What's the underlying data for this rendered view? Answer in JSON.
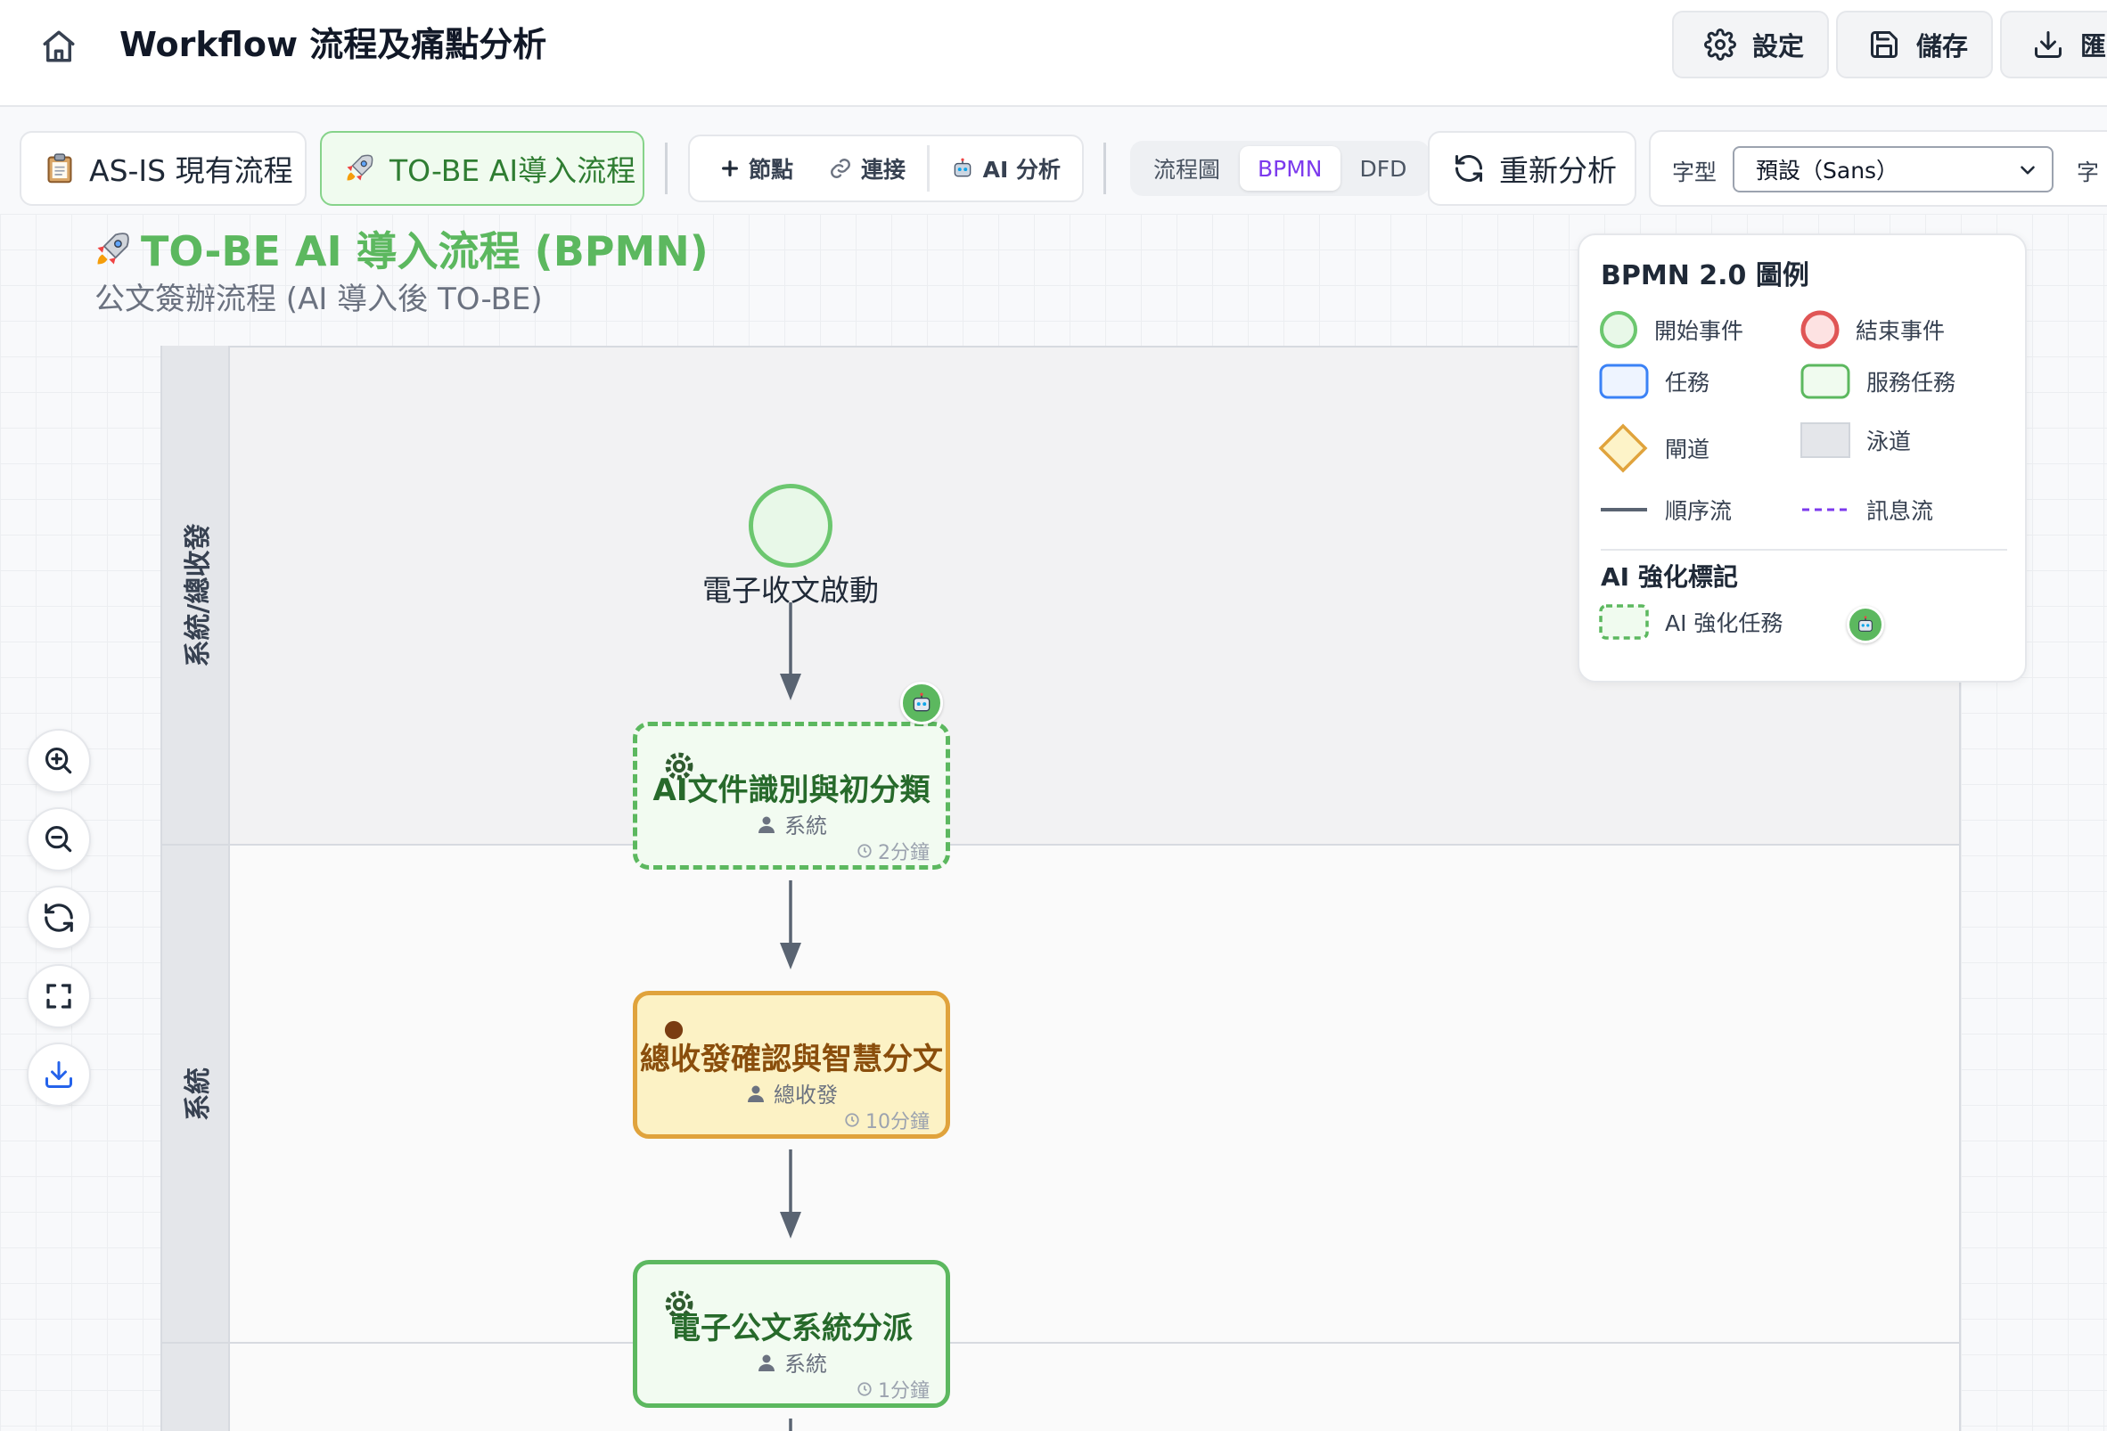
{
  "header": {
    "title": "Workflow 流程及痛點分析",
    "settings_label": "設定",
    "save_label": "儲存",
    "export_label": "匯出"
  },
  "toolbar": {
    "as_is_label": "AS-IS 現有流程",
    "to_be_label": "TO-BE AI導入流程",
    "add_node_label": "節點",
    "connect_label": "連接",
    "ai_analysis_label": "AI 分析",
    "views": [
      "流程圖",
      "BPMN",
      "DFD"
    ],
    "active_view": "BPMN",
    "reanalyze_label": "重新分析",
    "font_label": "字型",
    "font_value": "預設（Sans）",
    "font_next_label": "字"
  },
  "diagram": {
    "title": "TO-BE AI 導入流程 (BPMN)",
    "subtitle": "公文簽辦流程 (AI 導入後 TO-BE)",
    "lanes": [
      {
        "label": "系統/總收發"
      },
      {
        "label": "系統"
      }
    ],
    "start_event": {
      "label": "電子收文啟動"
    },
    "tasks": [
      {
        "name": "AI文件識別與初分類",
        "role": "系統",
        "time": "2分鐘",
        "kind": "ai"
      },
      {
        "name": "總收發確認與智慧分文",
        "role": "總收發",
        "time": "10分鐘",
        "kind": "manual"
      },
      {
        "name": "電子公文系統分派",
        "role": "系統",
        "time": "1分鐘",
        "kind": "service"
      }
    ]
  },
  "legend": {
    "title": "BPMN 2.0 圖例",
    "items": {
      "start_event": "開始事件",
      "end_event": "結束事件",
      "task": "任務",
      "service_task": "服務任務",
      "gateway": "閘道",
      "swimlane": "泳道",
      "sequence_flow": "順序流",
      "message_flow": "訊息流"
    },
    "ai_section_title": "AI 強化標記",
    "ai_task": "AI 強化任務"
  },
  "colors": {
    "accent_green": "#5cb85f",
    "manual_orange": "#e0a33c",
    "manual_fill": "#fcf2c5",
    "end_red": "#e05555",
    "task_blue": "#3b82f6",
    "gateway_yellow": "#e0a33c",
    "message_purple": "#7c3aed"
  }
}
